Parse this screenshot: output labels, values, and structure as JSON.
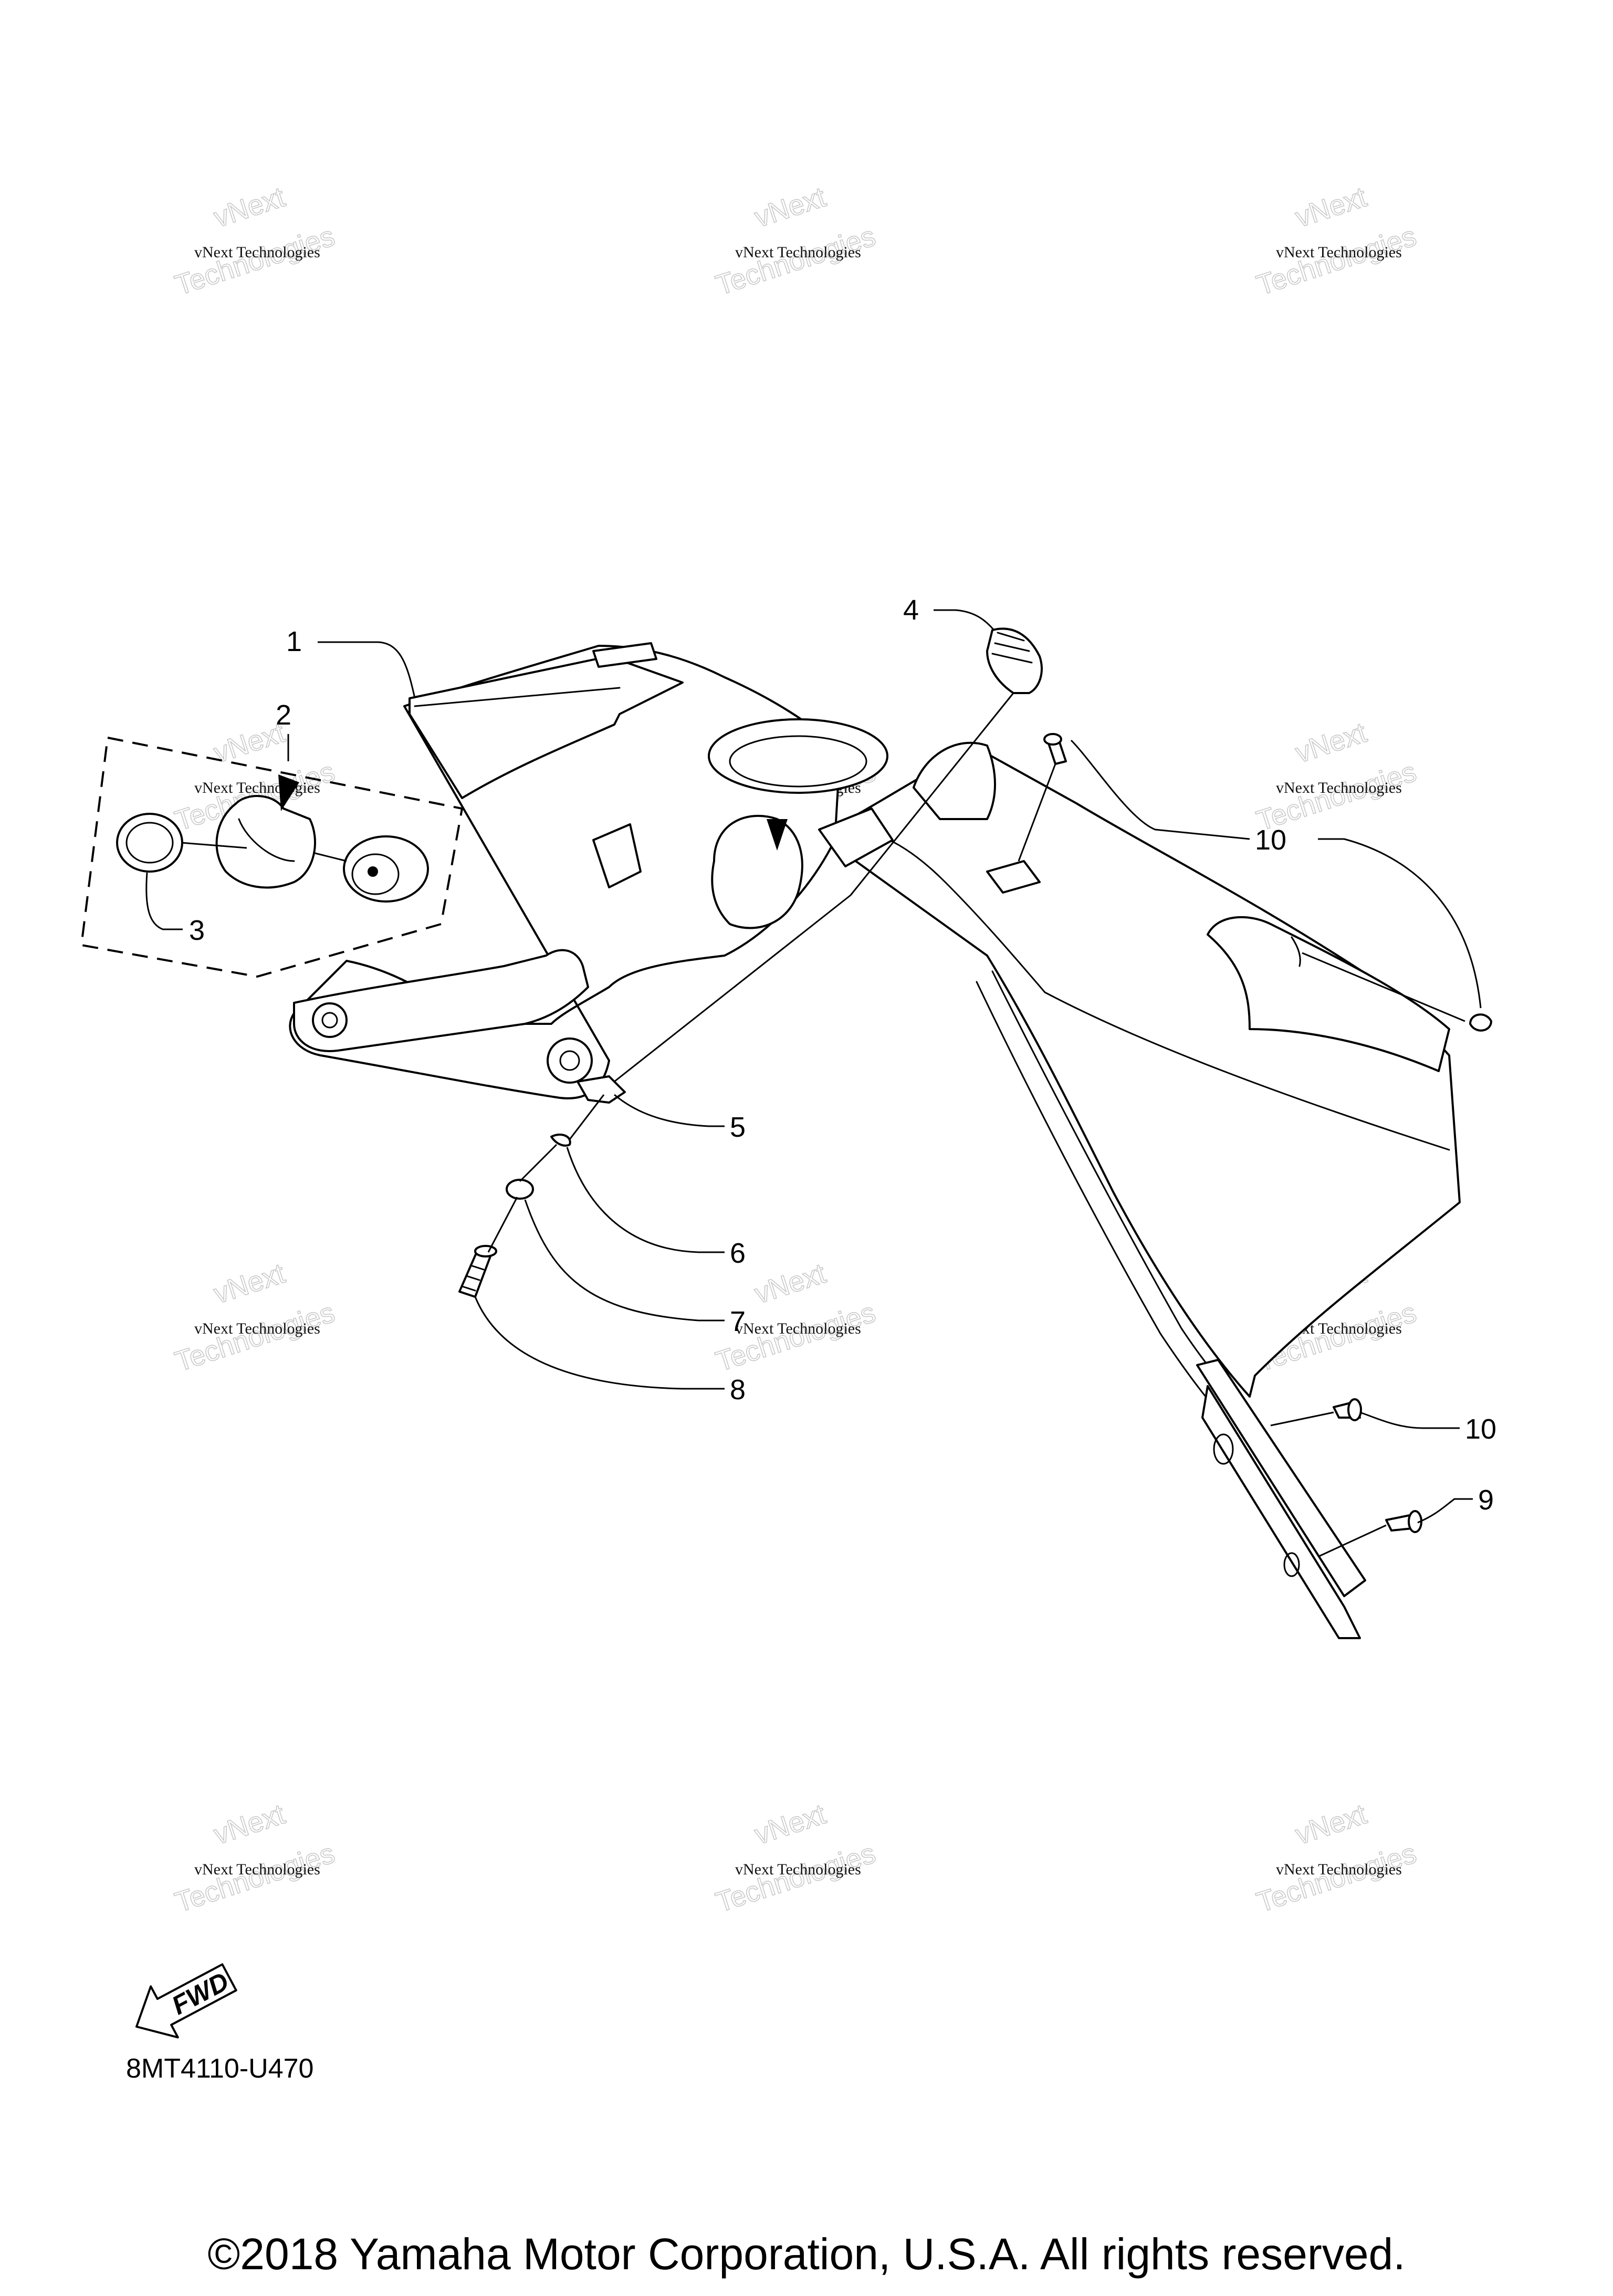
{
  "watermark": {
    "brand_line": "vNext",
    "name_line": "vNext Technologies",
    "ghost_line": "Technologies"
  },
  "callouts": {
    "c1": "1",
    "c2": "2",
    "c3": "3",
    "c4": "4",
    "c5": "5",
    "c6": "6",
    "c7": "7",
    "c8": "8",
    "c9": "9",
    "c10a": "10",
    "c10b": "10"
  },
  "fwd_label": "FWD",
  "diagram_code": "8MT4110-U470",
  "copyright": "©2018 Yamaha Motor Corporation, U.S.A. All rights reserved."
}
